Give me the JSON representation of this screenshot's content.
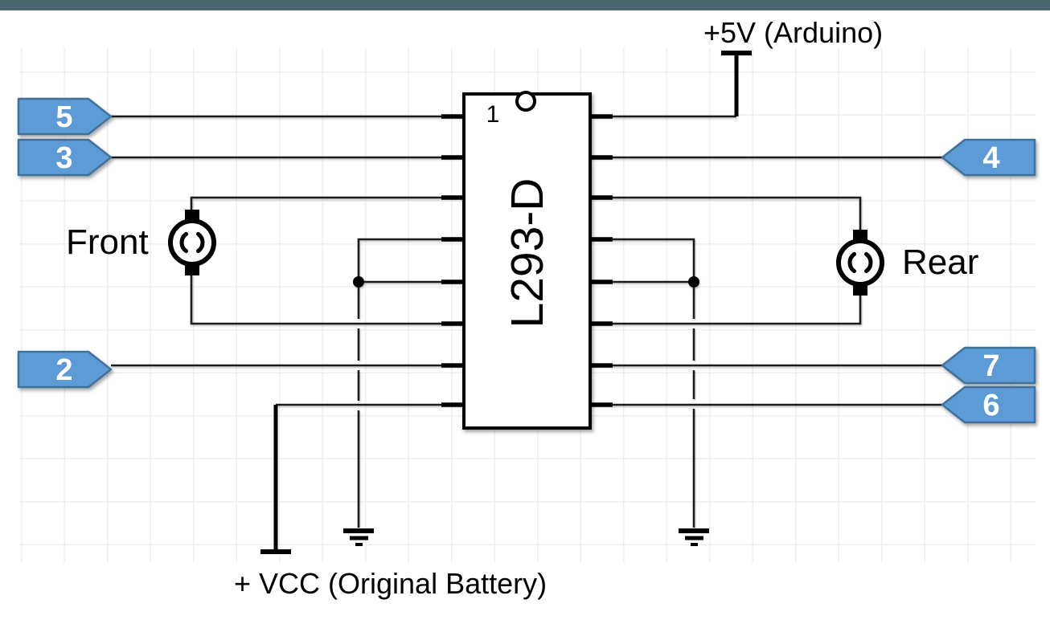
{
  "colors": {
    "top_bar": "#4a666e",
    "background": "#ffffff",
    "grid": "#edeff5",
    "wire": "#1c1c1c",
    "ink": "#000000",
    "label_fill": "#5b9bd5",
    "label_border": "#41719c",
    "label_text": "#ffffff"
  },
  "ic": {
    "label": "L293-D",
    "pin1_marker": "1"
  },
  "connector_labels": {
    "p5": "5",
    "p3": "3",
    "p2": "2",
    "p4": "4",
    "p7": "7",
    "p6": "6"
  },
  "motors": {
    "front": "Front",
    "rear": "Rear"
  },
  "power": {
    "arduino_5v": "+5V (Arduino)",
    "battery_vcc": "+ VCC (Original Battery)"
  }
}
